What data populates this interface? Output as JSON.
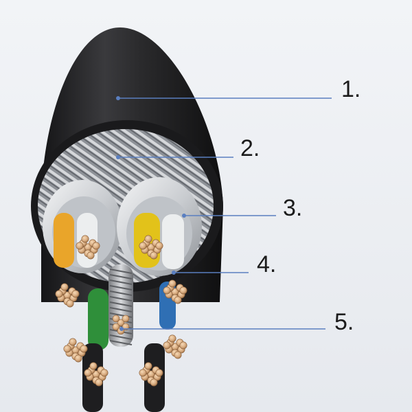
{
  "callouts": [
    {
      "id": "jacket",
      "label": "1."
    },
    {
      "id": "braid-shield",
      "label": "2."
    },
    {
      "id": "foil-shield",
      "label": "3."
    },
    {
      "id": "conductor",
      "label": "4."
    },
    {
      "id": "center-filler",
      "label": "5."
    }
  ],
  "colors": {
    "background": "#eef1f5",
    "jacket": "#1f1f21",
    "braid": "#9a9ea4",
    "foil": "#d9dcdf",
    "copper": "#d7ab80",
    "leader_line": "#5a7fc0",
    "wire_yellow": "#e2c21a",
    "wire_orange": "#e9a52a",
    "wire_green": "#2f8f3a",
    "wire_blue": "#2f6fb4"
  }
}
